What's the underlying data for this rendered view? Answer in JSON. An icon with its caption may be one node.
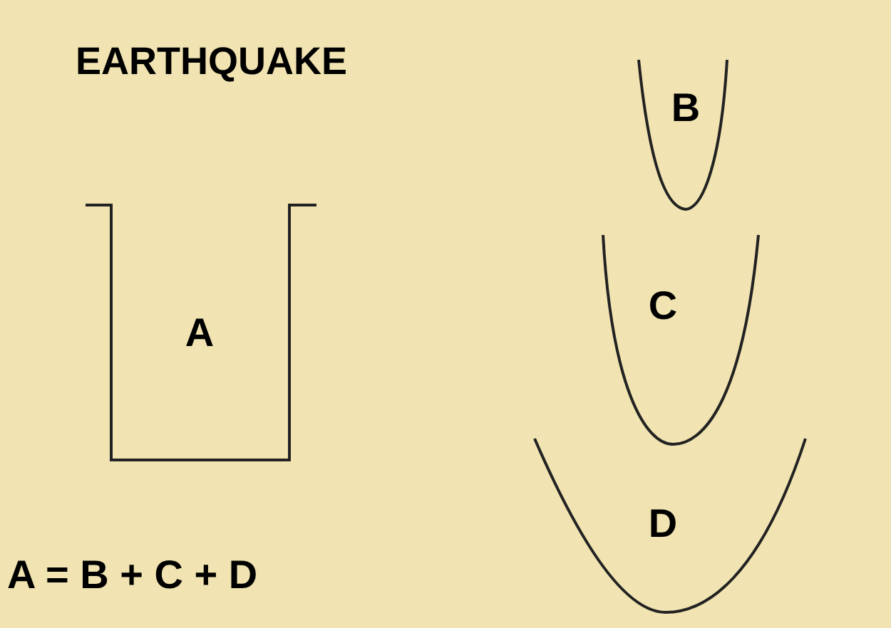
{
  "diagram": {
    "title": "EARTHQUAKE",
    "nodes": [
      {
        "text": [
          "A"
        ]
      },
      {
        "text": [
          "B"
        ]
      },
      {
        "text": [
          "C"
        ]
      },
      {
        "text": [
          "D"
        ]
      }
    ],
    "labels": [
      "A = B + C + D"
    ]
  }
}
